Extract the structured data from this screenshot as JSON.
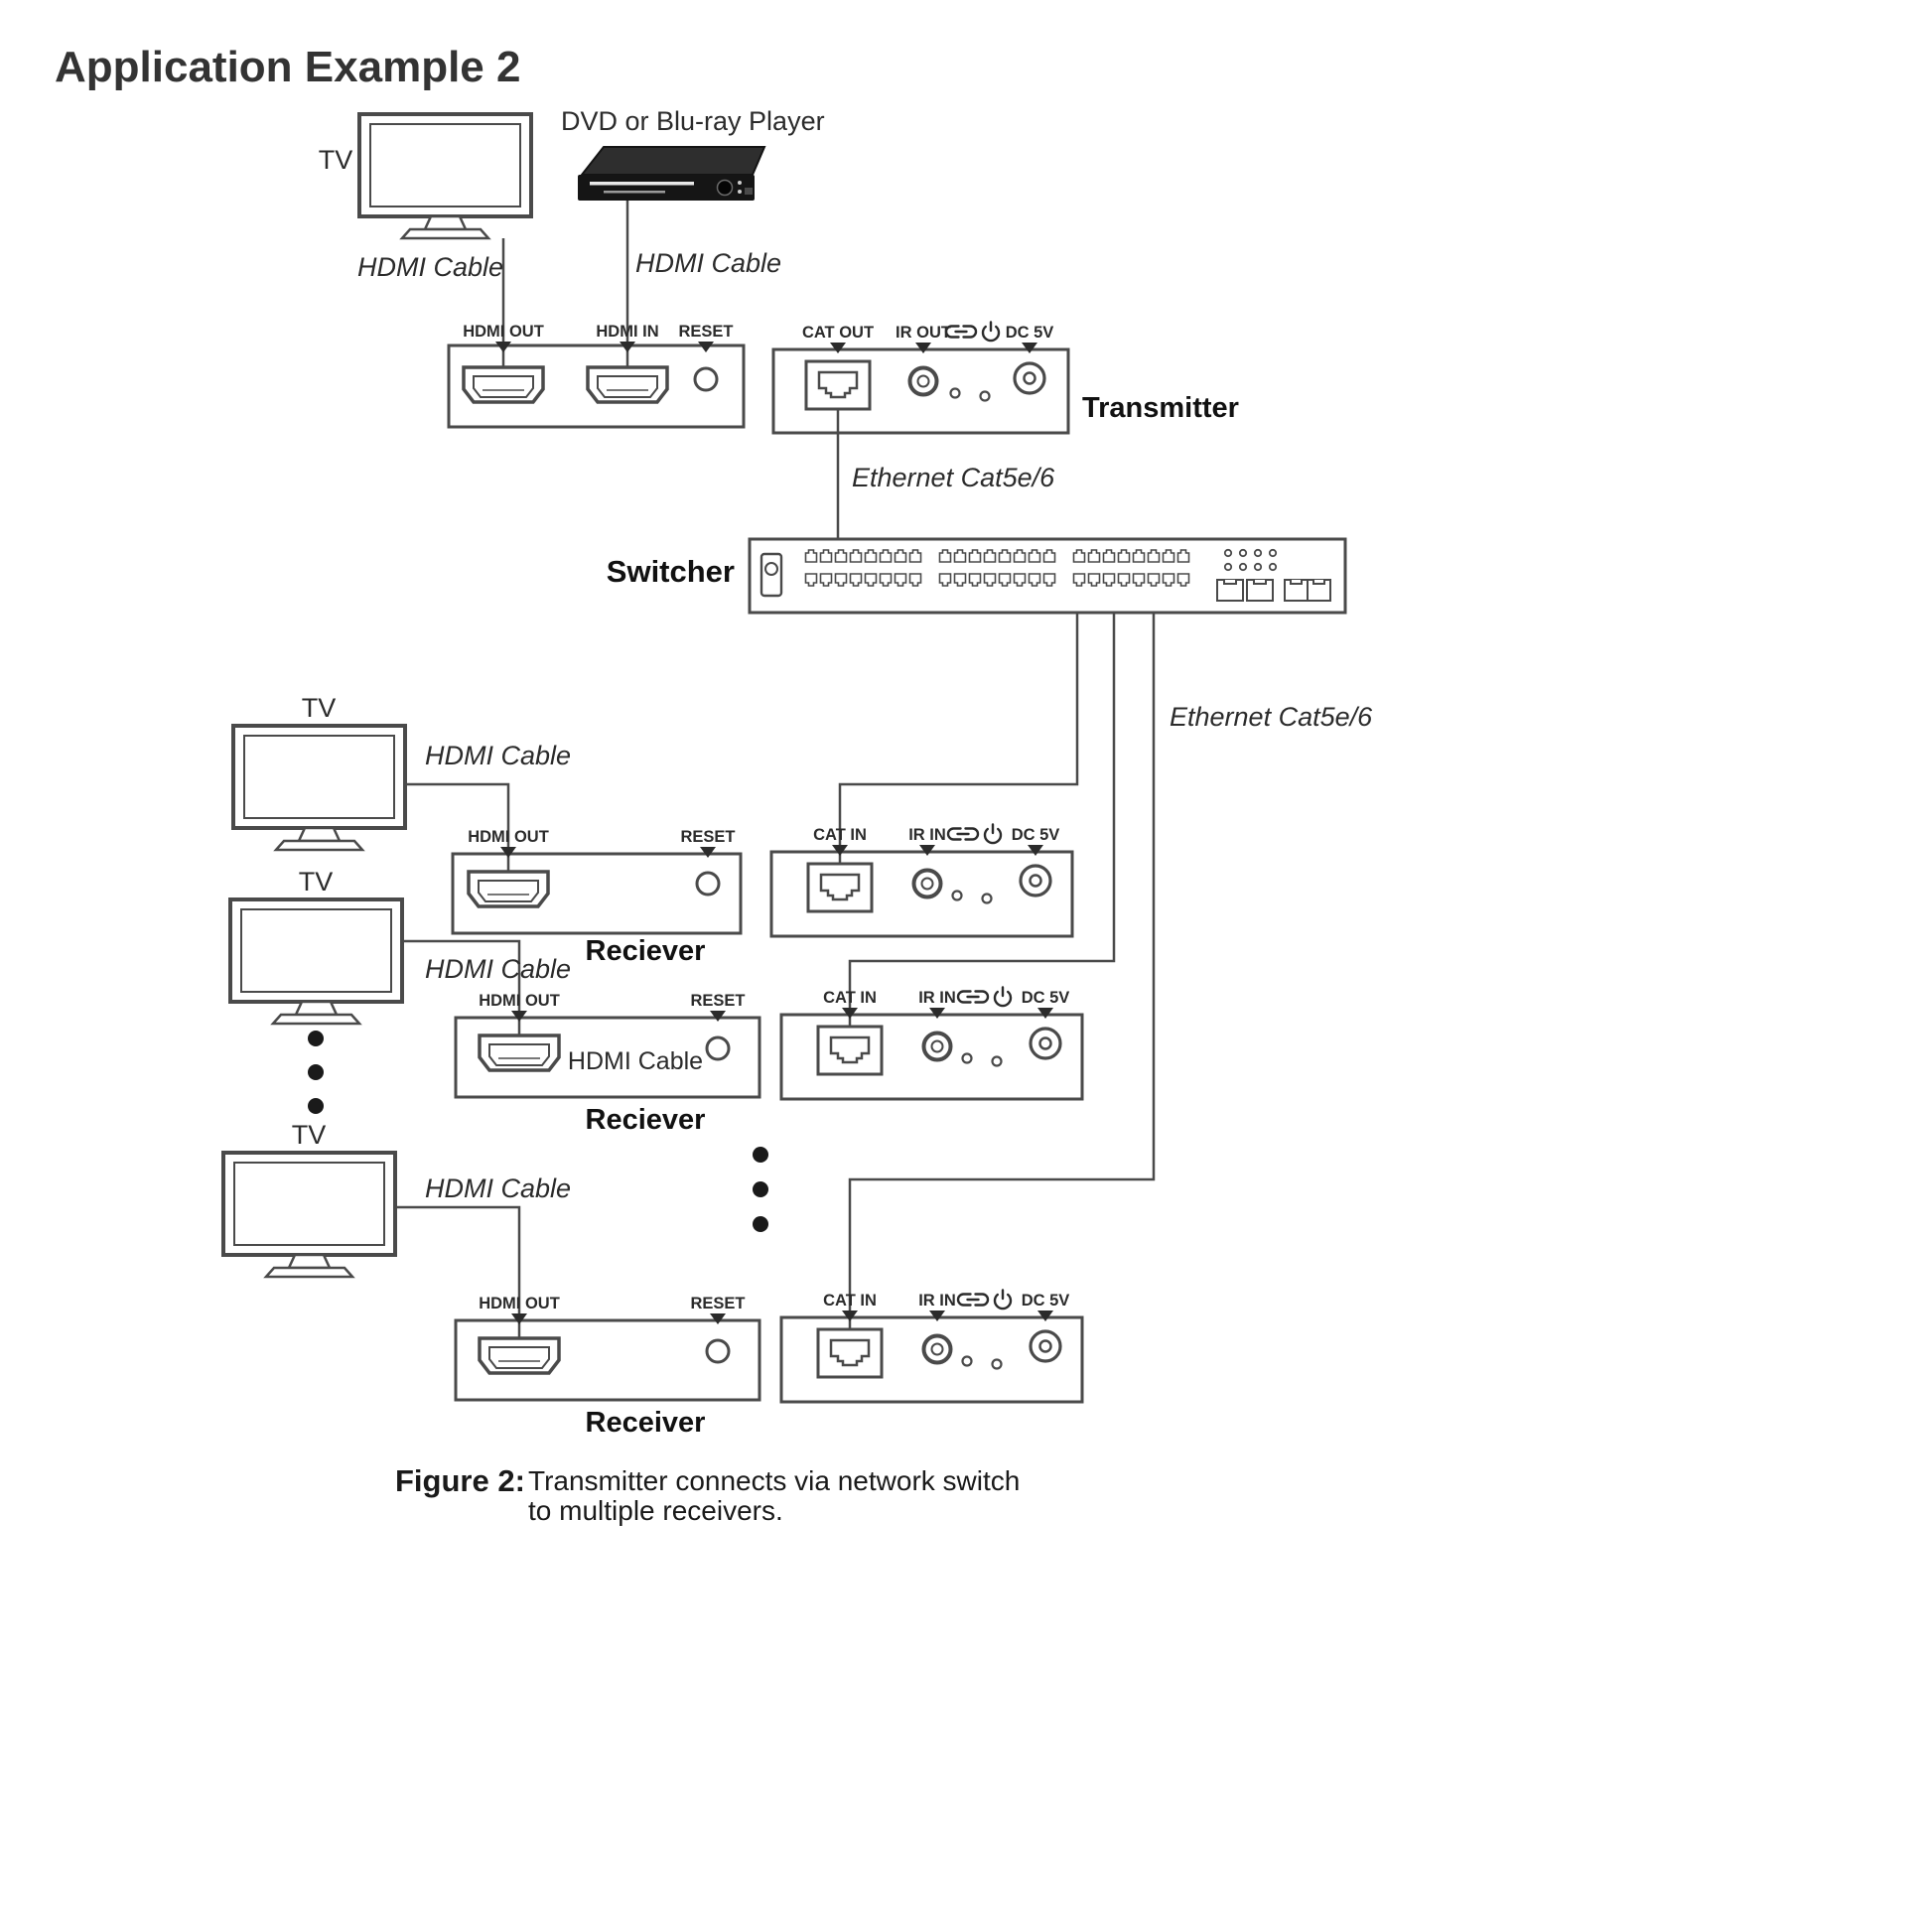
{
  "title": "Application Example 2",
  "devices": {
    "tv": "TV",
    "dvd_player": "DVD or Blu-ray Player",
    "transmitter": "Transmitter",
    "switcher": "Switcher",
    "receiver_misspelled": "Reciever",
    "receiver": "Receiver"
  },
  "cables": {
    "hdmi": "HDMI Cable",
    "ethernet": "Ethernet Cat5e/6"
  },
  "ports": {
    "hdmi_out": "HDMI OUT",
    "hdmi_in": "HDMI IN",
    "reset": "RESET",
    "cat_out": "CAT OUT",
    "cat_in": "CAT IN",
    "ir_out": "IR OUT",
    "ir_in": "IR IN",
    "dc_5v": "DC 5V"
  },
  "caption": {
    "label": "Figure 2:",
    "text_line1": "Transmitter connects via network switch",
    "text_line2": "to multiple receivers."
  },
  "colors": {
    "line": "#4a4a4a",
    "text": "#1f1f1f",
    "background": "#ffffff"
  }
}
